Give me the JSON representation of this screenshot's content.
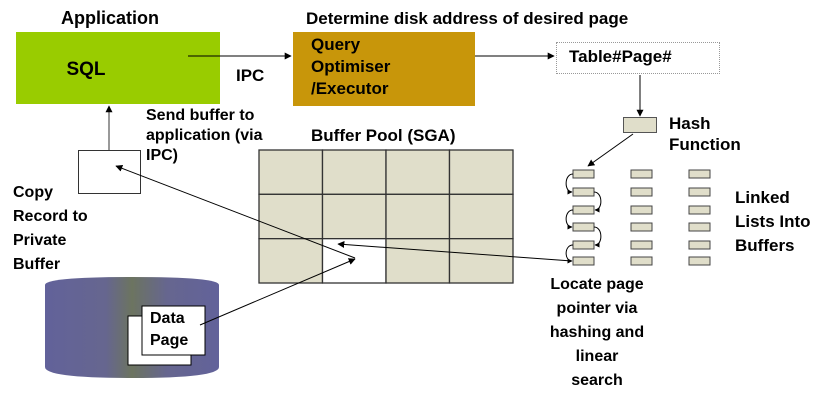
{
  "labels": {
    "application": "Application",
    "sql": "SQL",
    "ipc": "IPC",
    "determine": "Determine disk address of desired page",
    "query_lines": [
      "Query",
      "Optimiser",
      "/Executor"
    ],
    "table_page": "Table#Page#",
    "hash_lines": [
      "Hash",
      "Function"
    ],
    "send_buffer_lines": [
      "Send buffer to",
      "application (via",
      "IPC)"
    ],
    "buffer_pool": "Buffer Pool (SGA)",
    "copy_record_lines": [
      "Copy",
      "Record to",
      "Private",
      "Buffer"
    ],
    "linked_lists_lines": [
      "Linked",
      "Lists Into",
      "Buffers"
    ],
    "locate_lines": [
      "Locate page",
      "pointer via",
      "hashing and",
      "linear",
      "search"
    ],
    "data_page_lines": [
      "Data",
      "Page"
    ]
  },
  "buffer_pool": {
    "rows": 3,
    "cols": 4,
    "highlighted_cell": {
      "row": 2,
      "col": 1
    }
  },
  "hash_buckets": {
    "columns": 3,
    "rows": 6
  },
  "colors": {
    "application": "#99CC00",
    "query": "#C8960A",
    "buffer_cell": "#E0DECA",
    "disk": "#65659A"
  }
}
